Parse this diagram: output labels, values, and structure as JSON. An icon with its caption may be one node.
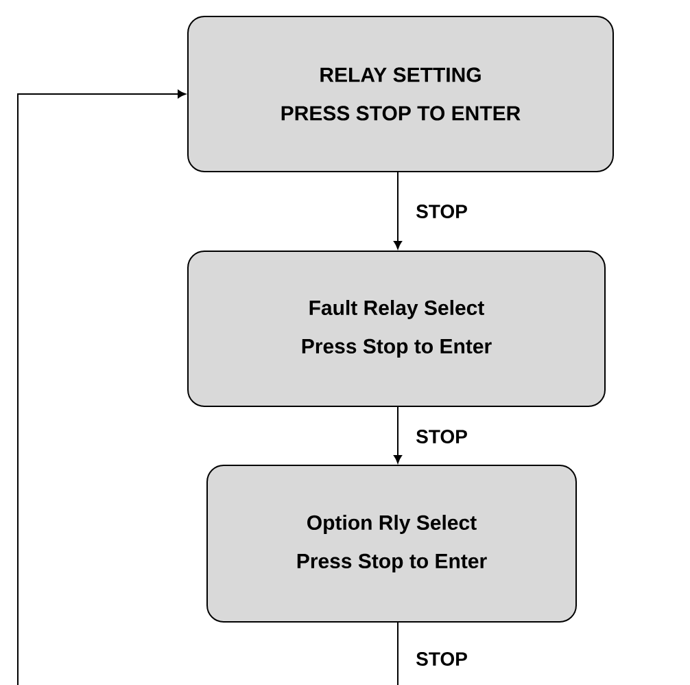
{
  "diagram": {
    "nodes": [
      {
        "text": [
          "RELAY SETTING",
          "PRESS STOP TO ENTER"
        ]
      },
      {
        "text": [
          "Fault Relay Select",
          "Press Stop to Enter"
        ]
      },
      {
        "text": [
          "Option Rly Select",
          "Press Stop to Enter"
        ]
      }
    ],
    "edges": [
      {
        "from": 0,
        "to": 1,
        "arrow": "to",
        "label": "STOP"
      },
      {
        "from": 1,
        "to": 2,
        "arrow": "to",
        "label": "STOP"
      },
      {
        "from": 2,
        "to": null,
        "arrow": "none",
        "label": "STOP"
      },
      {
        "from": null,
        "to": 0,
        "arrow": "to"
      }
    ]
  }
}
